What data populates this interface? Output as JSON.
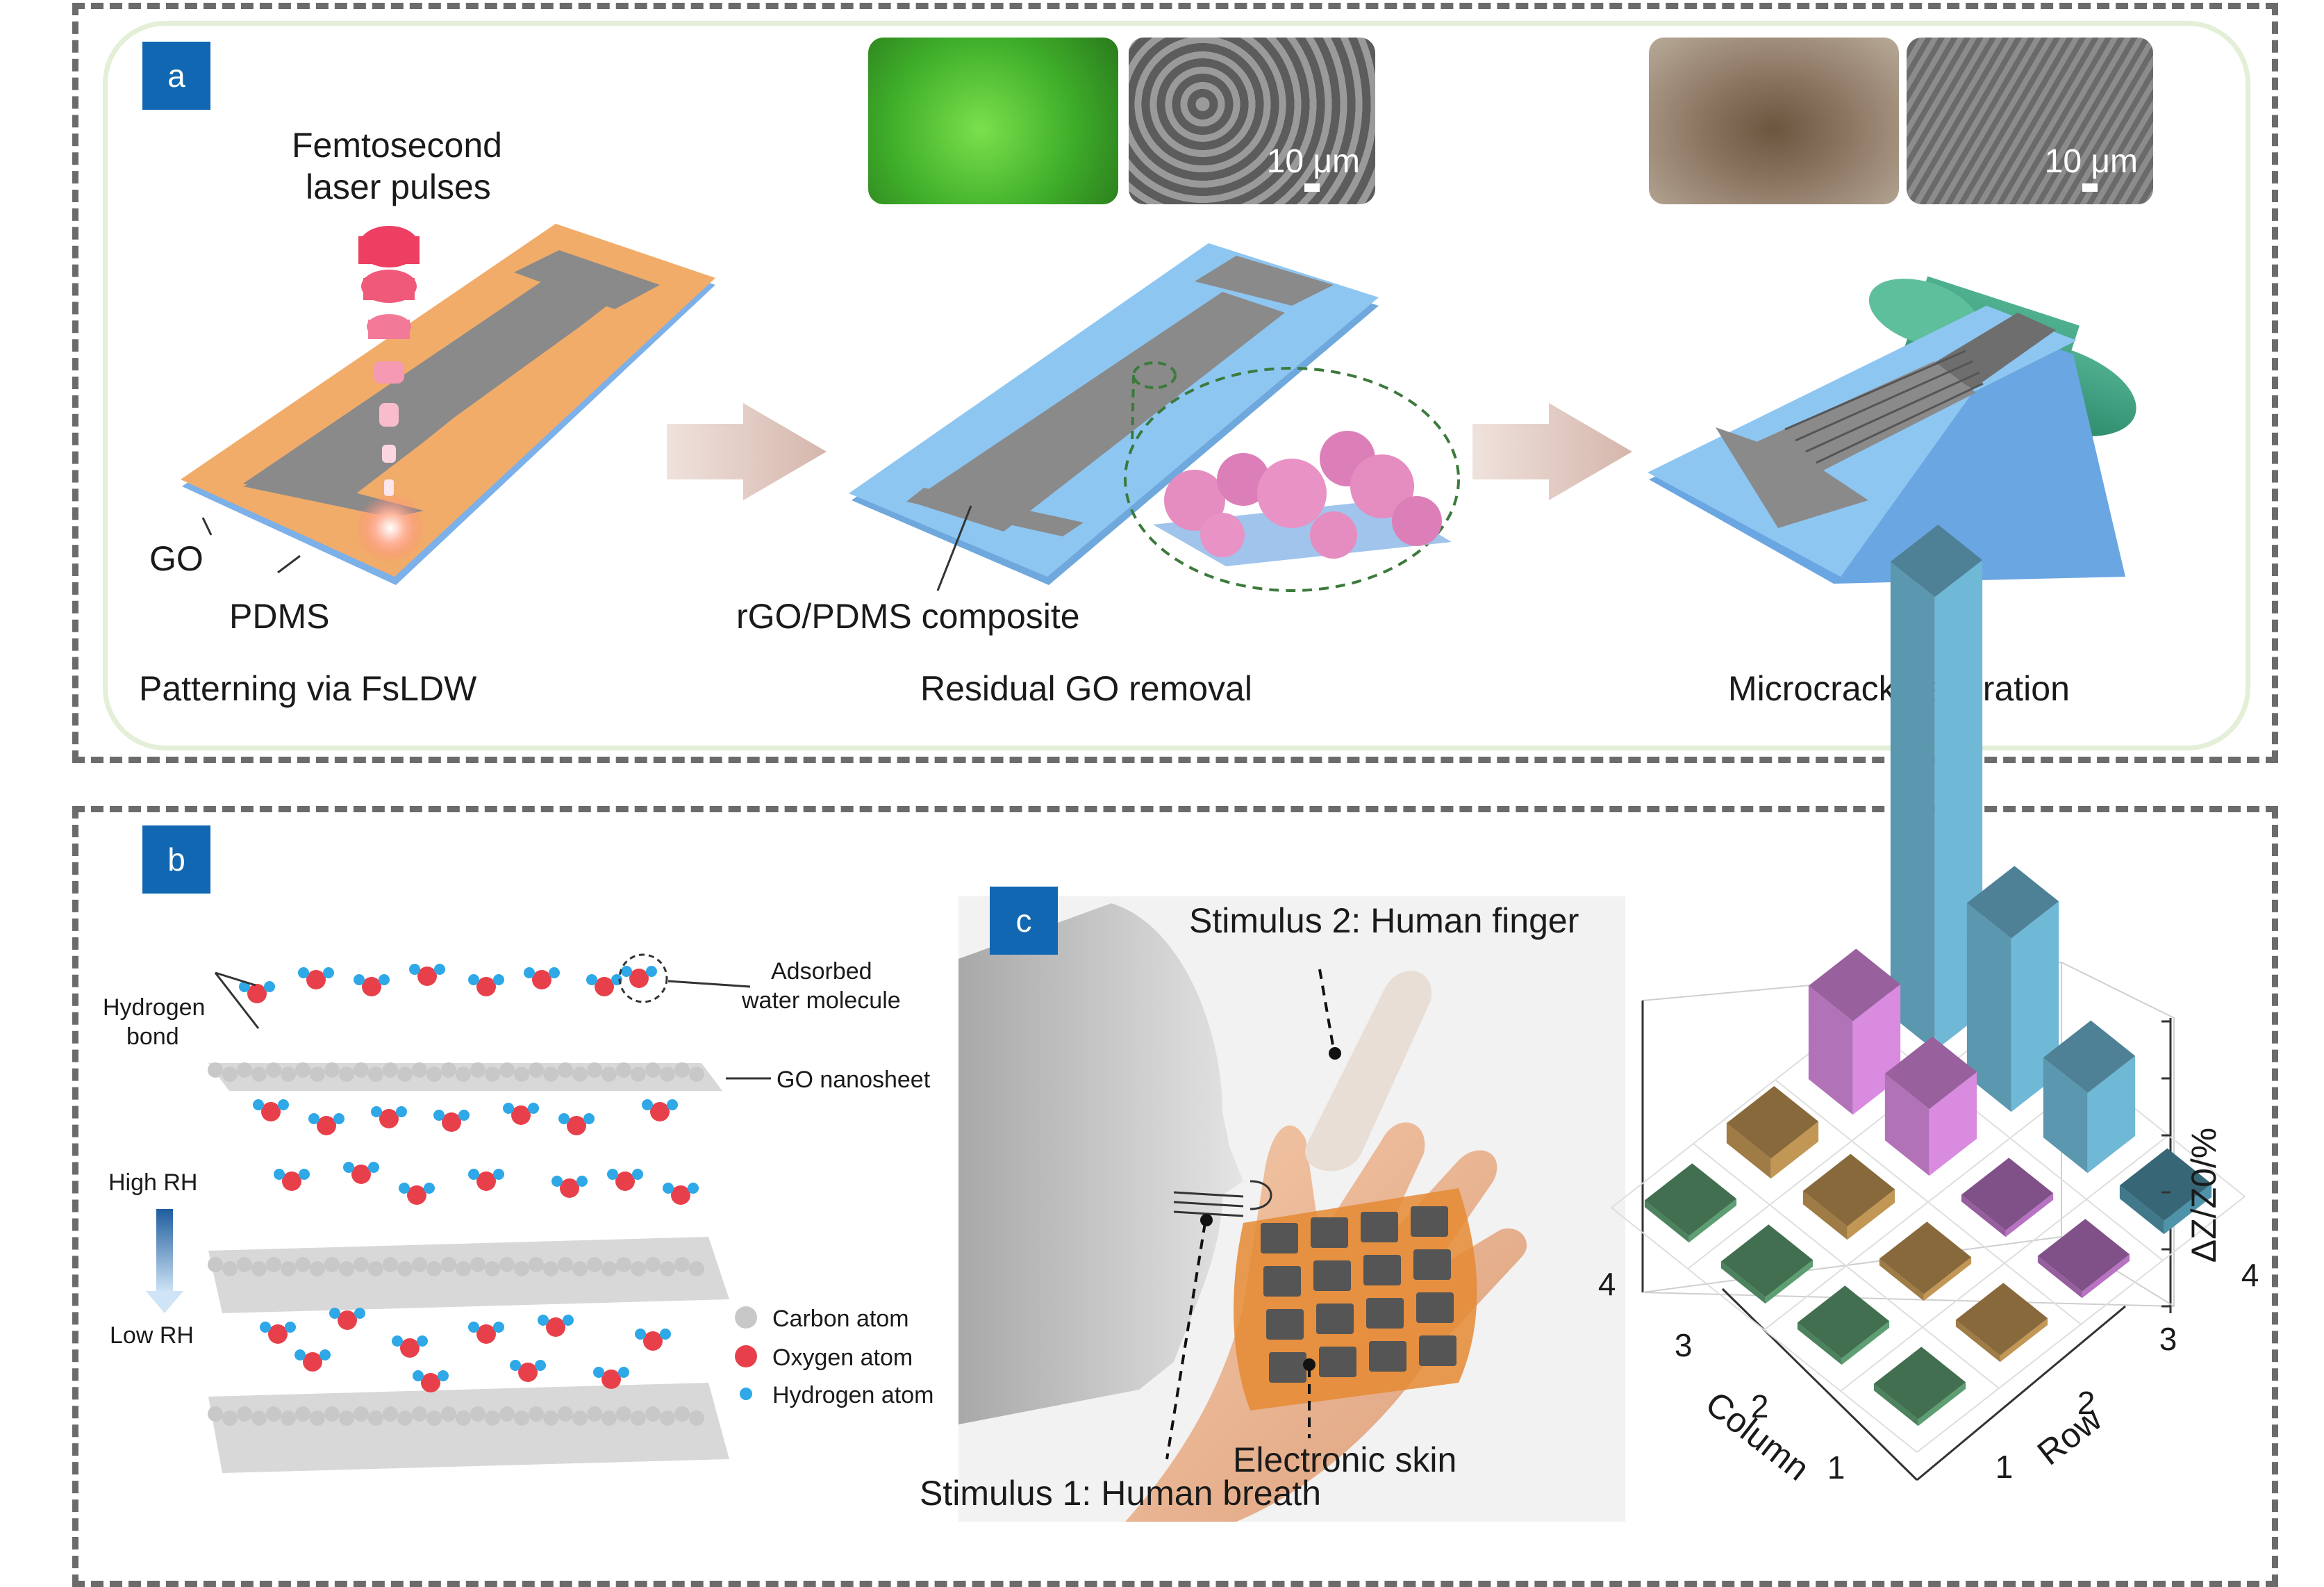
{
  "panel_a": {
    "tag": "a",
    "laser_label_line1": "Femtosecond",
    "laser_label_line2": "laser pulses",
    "go_label": "GO",
    "pdms_label": "PDMS",
    "composite_label": "rGO/PDMS composite",
    "step1_caption": "Patterning via FsLDW",
    "step2_caption": "Residual GO removal",
    "step3_caption": "Microcrack generation",
    "scale_bar_lotus": "10 μm",
    "scale_bar_spider": "10 μm"
  },
  "panel_b": {
    "tag": "b",
    "hydrogen_bond_line1": "Hydrogen",
    "hydrogen_bond_line2": "bond",
    "adsorbed_line1": "Adsorbed",
    "adsorbed_line2": "water molecule",
    "go_nanosheet_label": "GO nanosheet",
    "high_rh": "High RH",
    "low_rh": "Low RH",
    "legend": [
      {
        "label": "Carbon atom",
        "color": "#c8c8c8"
      },
      {
        "label": "Oxygen atom",
        "color": "#e8404a"
      },
      {
        "label": "Hydrogen atom",
        "color": "#2ea8e6"
      }
    ]
  },
  "panel_c": {
    "tag": "c",
    "stimulus2": "Stimulus 2: Human finger",
    "stimulus1": "Stimulus 1: Human breath",
    "eskin_label": "Electronic skin"
  },
  "chart_data": {
    "type": "bar",
    "title": "",
    "xlabel": "Column",
    "ylabel": "Row",
    "zlabel": "ΔZ/Z0/%",
    "x_ticks": [
      "1",
      "2",
      "3",
      "4"
    ],
    "y_ticks": [
      "1",
      "2",
      "3",
      "4"
    ],
    "cells": [
      {
        "column": 1,
        "row": 1,
        "value": 1,
        "color": "#5d9e72"
      },
      {
        "column": 2,
        "row": 1,
        "value": 1,
        "color": "#5d9e72"
      },
      {
        "column": 3,
        "row": 1,
        "value": 1,
        "color": "#5d9e72"
      },
      {
        "column": 4,
        "row": 1,
        "value": 1,
        "color": "#5d9e72"
      },
      {
        "column": 1,
        "row": 2,
        "value": 1,
        "color": "#c29655"
      },
      {
        "column": 2,
        "row": 2,
        "value": 1,
        "color": "#c29655"
      },
      {
        "column": 3,
        "row": 2,
        "value": 2,
        "color": "#c29655"
      },
      {
        "column": 4,
        "row": 2,
        "value": 3,
        "color": "#c29655"
      },
      {
        "column": 1,
        "row": 3,
        "value": 1,
        "color": "#b773c2"
      },
      {
        "column": 2,
        "row": 3,
        "value": 1,
        "color": "#b773c2"
      },
      {
        "column": 3,
        "row": 3,
        "value": 10,
        "color": "#d98be0"
      },
      {
        "column": 4,
        "row": 3,
        "value": 14,
        "color": "#d98be0"
      },
      {
        "column": 1,
        "row": 4,
        "value": 2,
        "color": "#4f93aa"
      },
      {
        "column": 2,
        "row": 4,
        "value": 12,
        "color": "#6fb8d6"
      },
      {
        "column": 3,
        "row": 4,
        "value": 26,
        "color": "#6fb8d6"
      },
      {
        "column": 4,
        "row": 4,
        "value": 68,
        "color": "#6fb8d6"
      }
    ]
  }
}
